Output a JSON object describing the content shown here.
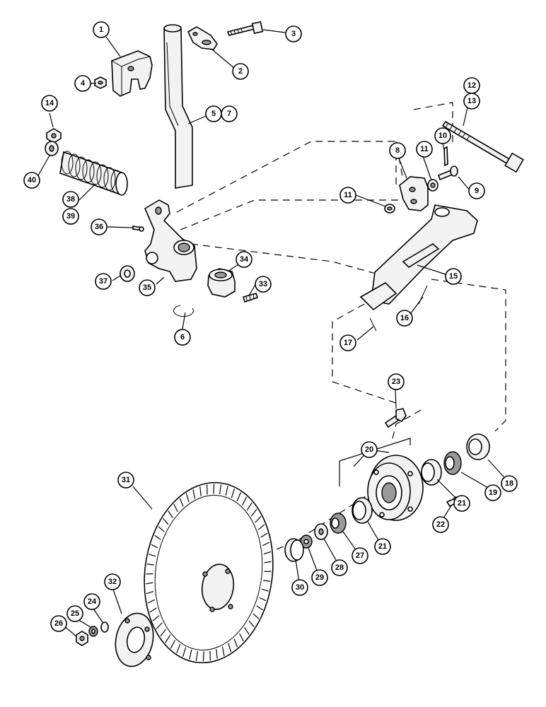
{
  "diagram": {
    "part_numbers": [
      "1",
      "2",
      "3",
      "4",
      "5",
      "7",
      "6",
      "8",
      "9",
      "10",
      "11",
      "11",
      "12",
      "13",
      "14",
      "15",
      "16",
      "17",
      "18",
      "19",
      "20",
      "21",
      "21",
      "22",
      "23",
      "24",
      "25",
      "26",
      "27",
      "28",
      "29",
      "30",
      "31",
      "32",
      "33",
      "34",
      "35",
      "36",
      "37",
      "38",
      "39",
      "40"
    ]
  }
}
